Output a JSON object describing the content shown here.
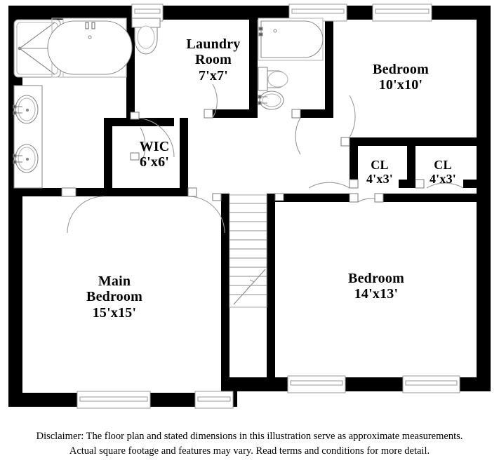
{
  "document": {
    "type": "residential-floor-plan",
    "level": "second-floor"
  },
  "rooms": [
    {
      "id": "laundry",
      "name": "Laundry\nRoom",
      "dimensions": "7'x7'"
    },
    {
      "id": "bedroom_10",
      "name": "Bedroom",
      "dimensions": "10'x10'"
    },
    {
      "id": "wic",
      "name": "WIC",
      "dimensions": "6'x6'"
    },
    {
      "id": "closet_left",
      "name": "CL",
      "dimensions": "4'x3'"
    },
    {
      "id": "closet_right",
      "name": "CL",
      "dimensions": "4'x3'"
    },
    {
      "id": "main_bedroom",
      "name": "Main\nBedroom",
      "dimensions": "15'x15'"
    },
    {
      "id": "bedroom_14",
      "name": "Bedroom",
      "dimensions": "14'x13'"
    }
  ],
  "fixtures": [
    {
      "id": "shower",
      "icon": "shower-icon",
      "room": "master-bath"
    },
    {
      "id": "bathtub_master",
      "icon": "bathtub-icon",
      "room": "master-bath"
    },
    {
      "id": "sink_master_top",
      "icon": "sink-icon",
      "room": "master-bath"
    },
    {
      "id": "sink_master_bot",
      "icon": "sink-icon",
      "room": "master-bath"
    },
    {
      "id": "toilet_master",
      "icon": "toilet-icon",
      "room": "master-bath"
    },
    {
      "id": "bathtub_hall",
      "icon": "bathtub-icon",
      "room": "hall-bath"
    },
    {
      "id": "toilet_hall",
      "icon": "toilet-icon",
      "room": "hall-bath"
    },
    {
      "id": "sink_hall",
      "icon": "sink-icon",
      "room": "hall-bath"
    },
    {
      "id": "staircase",
      "icon": "stairs-icon",
      "room": "hallway"
    }
  ],
  "disclaimer": {
    "line1": "Disclaimer: The floor plan and stated dimensions in this illustration serve as approximate measurements.",
    "line2": "Actual square footage and features may vary. Read terms and conditions for more detail."
  },
  "colors": {
    "wall": "#000000",
    "background": "#ffffff",
    "fixture_line": "#888888",
    "text": "#000000"
  }
}
